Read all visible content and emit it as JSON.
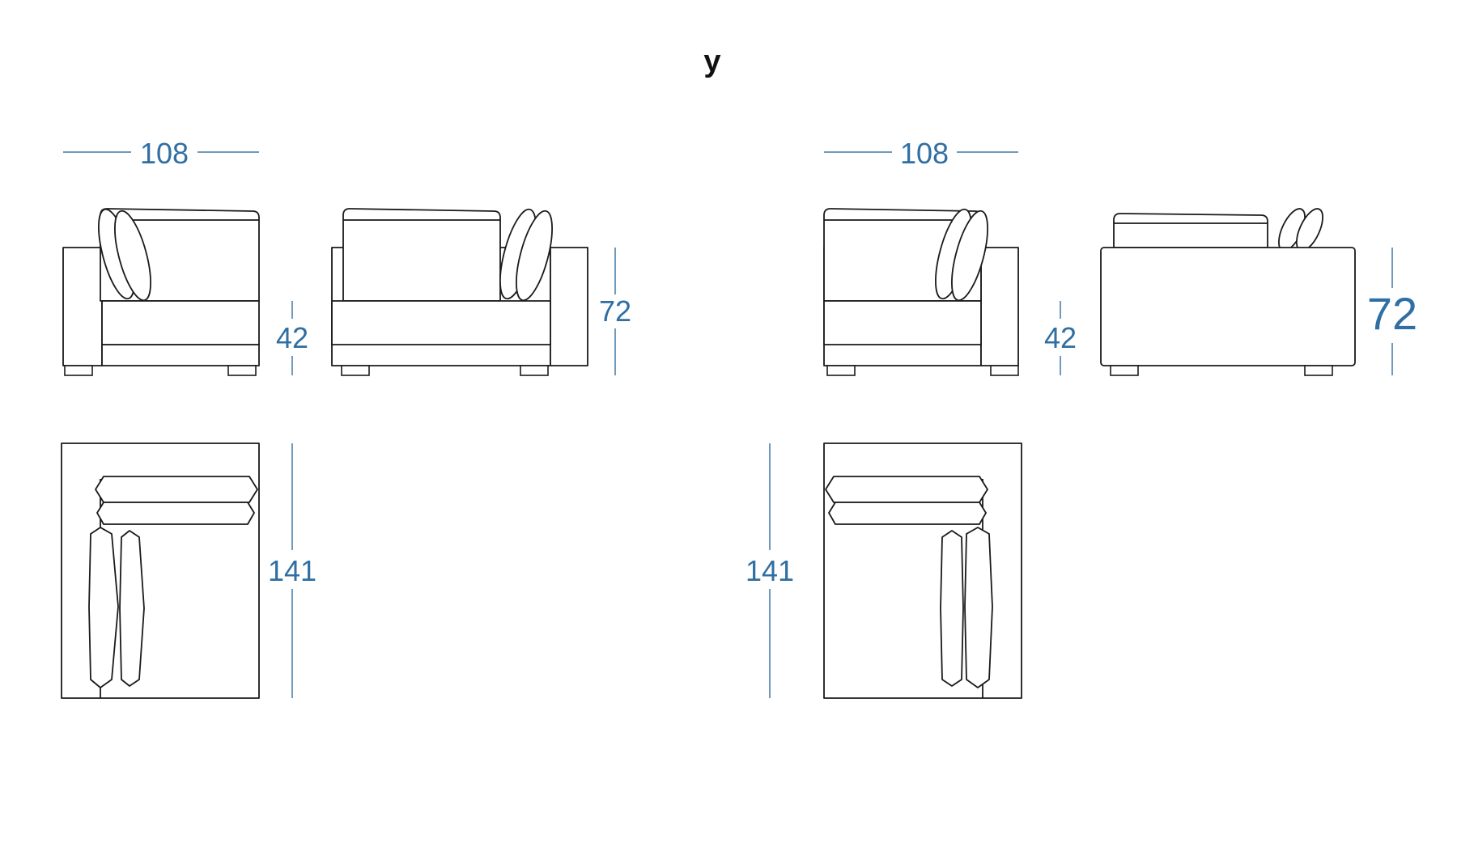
{
  "title": "y",
  "left_module": {
    "width_label": "108",
    "seat_height_label": "42",
    "total_height_label": "72",
    "depth_label": "141"
  },
  "right_module": {
    "width_label": "108",
    "seat_height_label": "42",
    "total_height_label": "72",
    "depth_label": "141"
  },
  "colors": {
    "dimension": "#2f6fa3",
    "outline": "#1a1a1a",
    "background": "#ffffff"
  }
}
